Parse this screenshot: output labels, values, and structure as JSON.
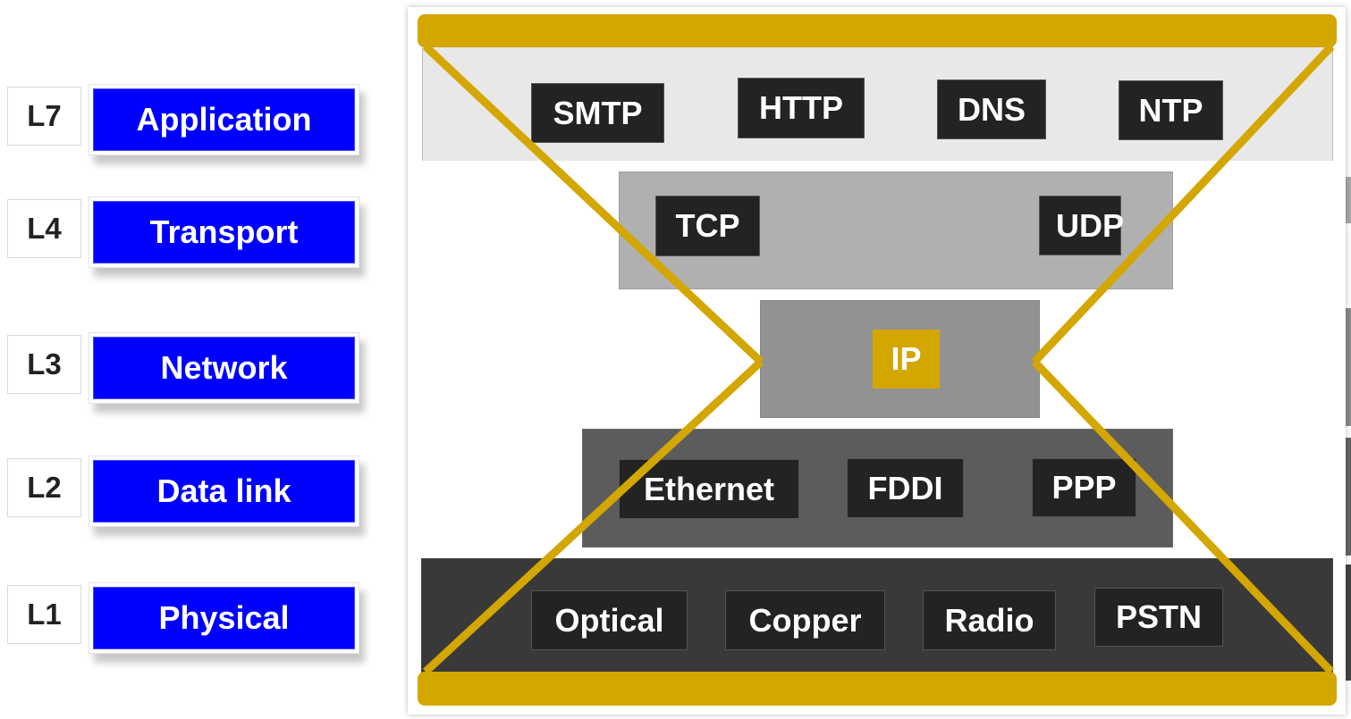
{
  "osi_layers": [
    {
      "number": "L7",
      "name": "Application"
    },
    {
      "number": "L4",
      "name": "Transport"
    },
    {
      "number": "L3",
      "name": "Network"
    },
    {
      "number": "L2",
      "name": "Data link"
    },
    {
      "number": "L1",
      "name": "Physical"
    }
  ],
  "stack": {
    "application": {
      "protocols": [
        "SMTP",
        "HTTP",
        "DNS",
        "NTP"
      ],
      "color": "#e8e8e8"
    },
    "transport": {
      "protocols": [
        "TCP",
        "UDP"
      ],
      "color": "#b0b0b0"
    },
    "network": {
      "protocols": [
        "IP"
      ],
      "color": "#929292"
    },
    "datalink": {
      "protocols": [
        "Ethernet",
        "FDDI",
        "PPP"
      ],
      "color": "#5c5c5c"
    },
    "physical": {
      "protocols": [
        "Optical",
        "Copper",
        "Radio",
        "PSTN"
      ],
      "color": "#393939"
    }
  },
  "colors": {
    "accent_gold": "#d4a600",
    "osi_blue": "#0000ff",
    "tag_dark": "#232323"
  }
}
